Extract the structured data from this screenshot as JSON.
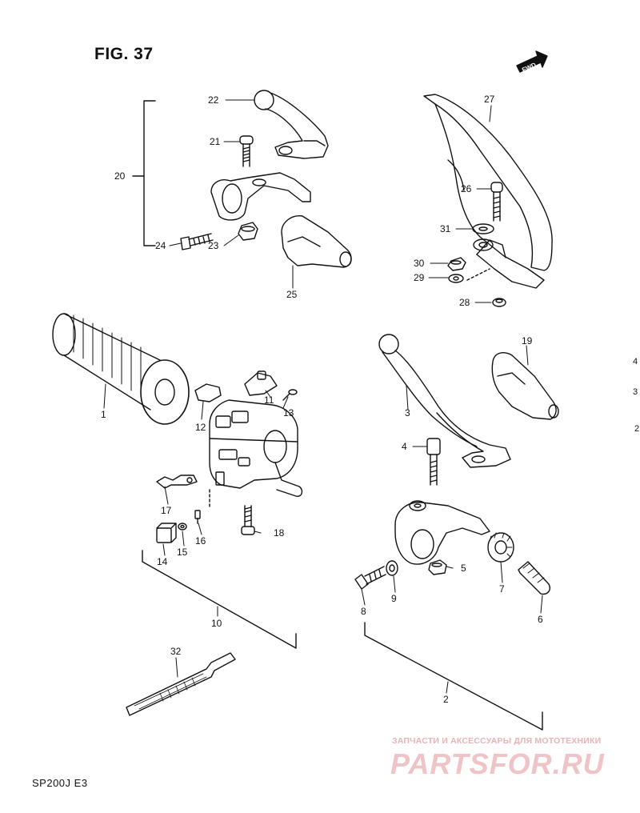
{
  "figure": {
    "title": "FIG. 37",
    "model": "SP200J  E3"
  },
  "fwd_arrow": {
    "label": "FWD"
  },
  "parts": [
    {
      "ref": "1",
      "item": "grip"
    },
    {
      "ref": "2",
      "item": "clutch-lever-assembly-group"
    },
    {
      "ref": "3",
      "item": "lever"
    },
    {
      "ref": "4",
      "item": "pivot-bolt"
    },
    {
      "ref": "5",
      "item": "nut"
    },
    {
      "ref": "6",
      "item": "adjuster-bolt"
    },
    {
      "ref": "7",
      "item": "adjuster-nut"
    },
    {
      "ref": "8",
      "item": "screw"
    },
    {
      "ref": "9",
      "item": "washer"
    },
    {
      "ref": "10",
      "item": "switch-assembly-group"
    },
    {
      "ref": "11",
      "item": "switch-knob"
    },
    {
      "ref": "12",
      "item": "switch-knob"
    },
    {
      "ref": "13",
      "item": "screw"
    },
    {
      "ref": "14",
      "item": "connector"
    },
    {
      "ref": "15",
      "item": "small-screw"
    },
    {
      "ref": "16",
      "item": "small-screw"
    },
    {
      "ref": "17",
      "item": "switch-lever"
    },
    {
      "ref": "18",
      "item": "bolt"
    },
    {
      "ref": "19",
      "item": "lever-cover"
    },
    {
      "ref": "20",
      "item": "decompression-lever-group"
    },
    {
      "ref": "21",
      "item": "bolt"
    },
    {
      "ref": "22",
      "item": "lever"
    },
    {
      "ref": "23",
      "item": "nut"
    },
    {
      "ref": "24",
      "item": "screw"
    },
    {
      "ref": "25",
      "item": "lever-cover"
    },
    {
      "ref": "26",
      "item": "bolt"
    },
    {
      "ref": "27",
      "item": "hand-guard"
    },
    {
      "ref": "28",
      "item": "washer"
    },
    {
      "ref": "29",
      "item": "washer"
    },
    {
      "ref": "30",
      "item": "nut"
    },
    {
      "ref": "31",
      "item": "spacer"
    },
    {
      "ref": "32",
      "item": "strap"
    }
  ],
  "watermark": {
    "line1": "ЗАПЧАСТИ И АКСЕССУАРЫ ДЛЯ МОТОТЕХНИКИ",
    "logo": "PARTSFOR.RU"
  },
  "edge_marks": [
    "4",
    "3",
    "2"
  ]
}
